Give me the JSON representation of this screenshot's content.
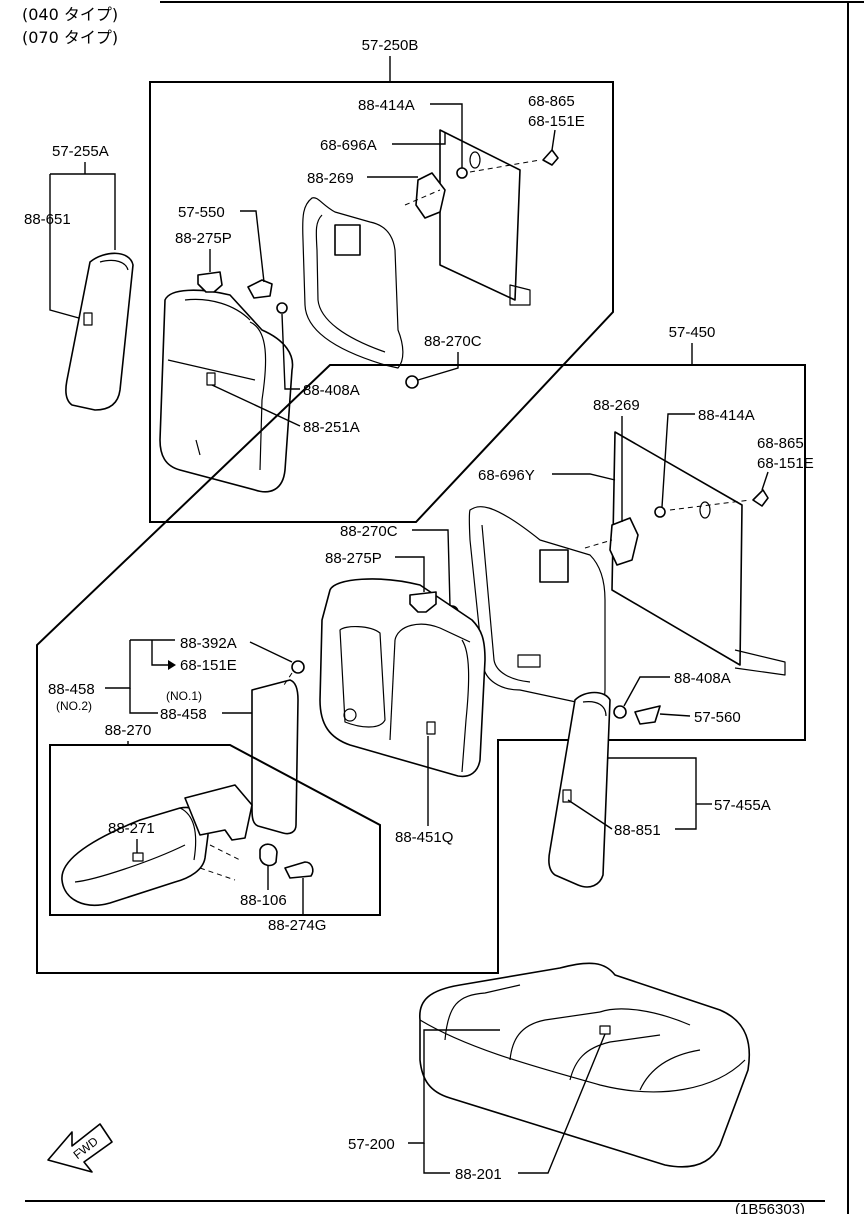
{
  "header": {
    "line1": "(040 タイプ)",
    "line2": "(070 タイプ)"
  },
  "labels": {
    "p57_250B": "57-250B",
    "p88_414A_1": "88-414A",
    "p68_865_1": "68-865",
    "p68_151E_1": "68-151E",
    "p68_696A": "68-696A",
    "p88_269_1": "88-269",
    "p57_255A": "57-255A",
    "p57_550": "57-550",
    "p88_651": "88-651",
    "p88_275P_1": "88-275P",
    "p88_270C_1": "88-270C",
    "p88_408A_1": "88-408A",
    "p88_251A": "88-251A",
    "p57_450": "57-450",
    "p88_269_2": "88-269",
    "p88_414A_2": "88-414A",
    "p68_865_2": "68-865",
    "p68_151E_2": "68-151E",
    "p68_696Y": "68-696Y",
    "p88_270C_2": "88-270C",
    "p88_275P_2": "88-275P",
    "p88_392A": "88-392A",
    "p68_151E_3": "68-151E",
    "p88_458_a": "88-458",
    "p88_458_no2": "(NO.2)",
    "p88_458_no1": "(NO.1)",
    "p88_458_b": "88-458",
    "p88_408A_2": "88-408A",
    "p57_560": "57-560",
    "p88_270": "88-270",
    "p88_271": "88-271",
    "p88_451Q": "88-451Q",
    "p57_455A": "57-455A",
    "p88_851": "88-851",
    "p88_106": "88-106",
    "p88_274G": "88-274G",
    "p57_200": "57-200",
    "p88_201": "88-201",
    "fwd": "FWD",
    "ref": "(1B56303)"
  }
}
